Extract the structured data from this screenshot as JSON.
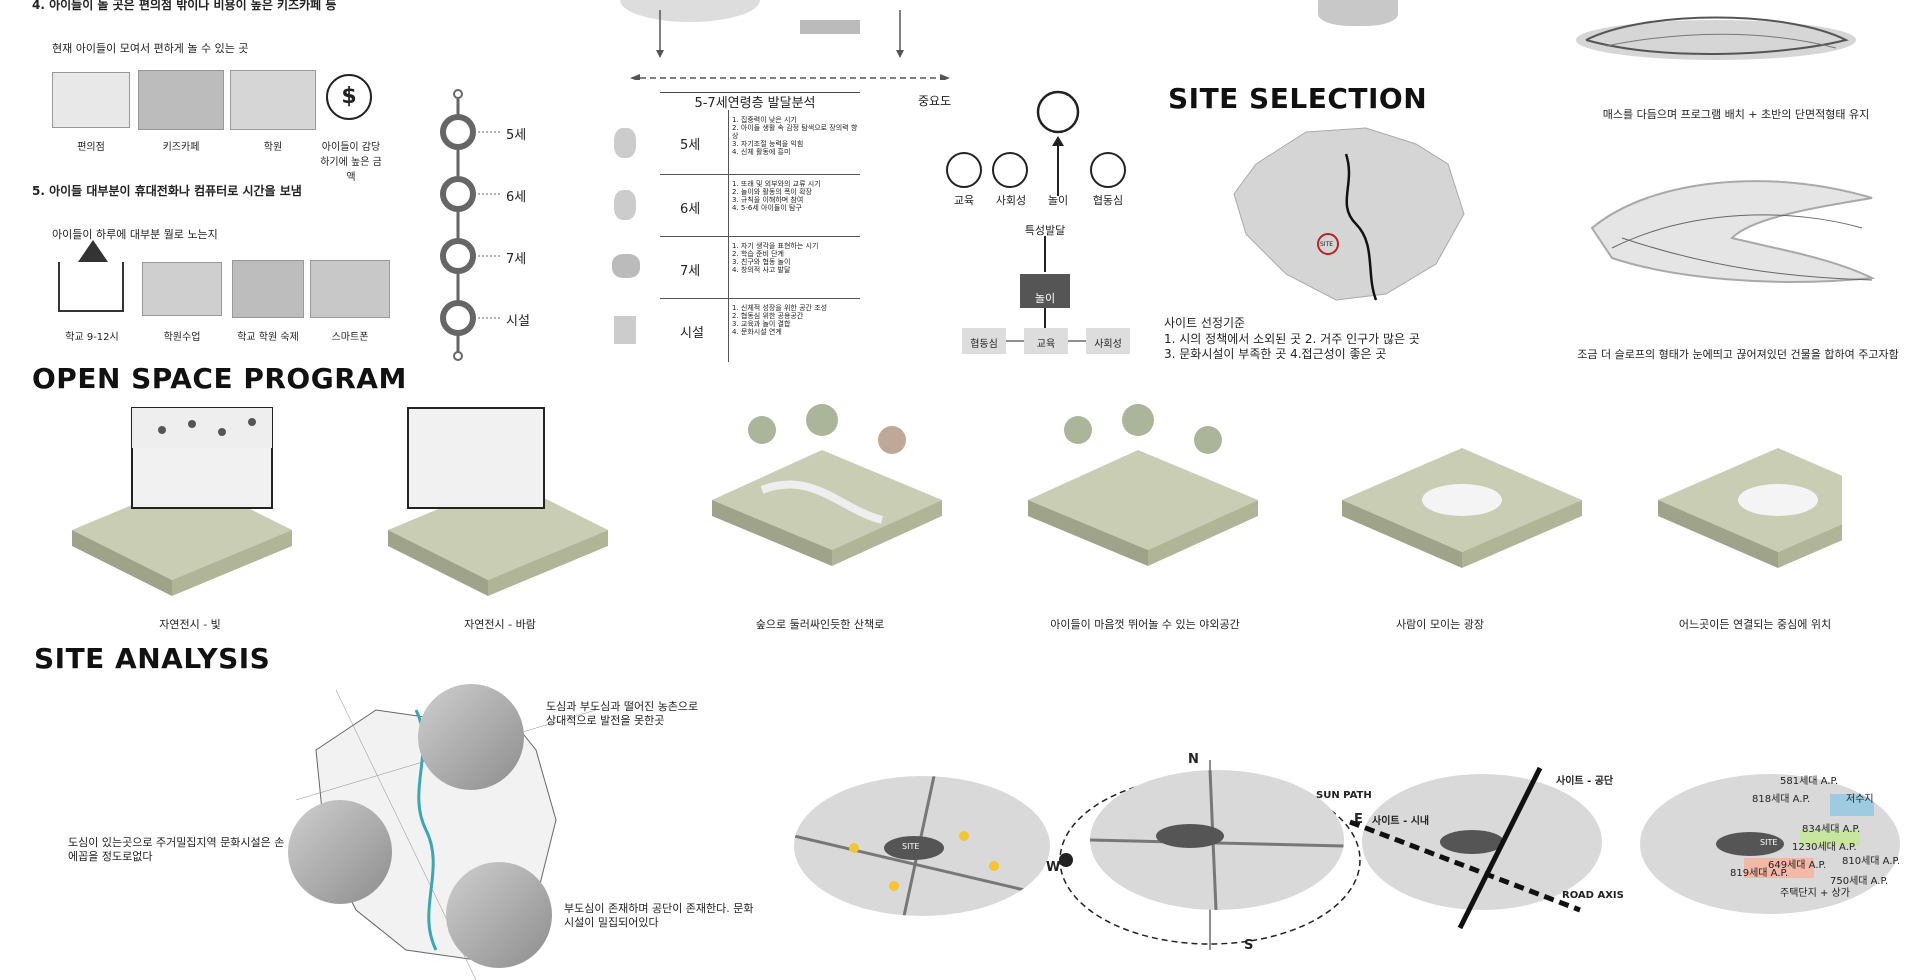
{
  "top_left": {
    "heading4": "4. 아이들이 놀 곳은 편의점 밖이나 비용이 높은 키즈카페 등",
    "sub4": "현재 아이들이 모여서 편하게 놀 수 있는 곳",
    "icons4": [
      "편의점",
      "키즈카페",
      "학원",
      "아이들이 감당하기에 높은 금액"
    ],
    "heading5": "5. 아이들 대부분이 휴대전화나 컴퓨터로 시간을 보냄",
    "sub5": "아이들이 하루에 대부분 뭘로 노는지",
    "icons5": [
      "학교 9-12시",
      "학원수업",
      "학교 학원 숙제",
      "스마트폰"
    ]
  },
  "timeline": [
    "5세",
    "6세",
    "7세",
    "시설"
  ],
  "dev_table": {
    "title": "5-7세연령층 발달분석",
    "rows": [
      {
        "age": "5세",
        "lines": [
          "1. 집중력이 낮은 시기",
          "2. 아이들 생활 속 감정 탐색으로 장의력 향상",
          "3. 자기조절 능력을 익힘",
          "4. 신체 활동에 흥미"
        ]
      },
      {
        "age": "6세",
        "lines": [
          "1. 또래 및 외부와의 교류 시기",
          "2. 놀이와 활동의 폭이 확장",
          "3. 규칙을 이해하며 참여",
          "4. 5-6세 아이들이 탐구"
        ]
      },
      {
        "age": "7세",
        "lines": [
          "1. 자기 생각을 표현하는 시기",
          "2. 학습 준비 단계",
          "3. 친구와 협동 놀이",
          "4. 창의적 사고 발달"
        ]
      },
      {
        "age": "시설",
        "lines": [
          "1. 신체적 성장을 위한 공간 조성",
          "2. 협동심 위한 공용공간",
          "3. 교육과 놀이 결합",
          "4. 문화시설 연계"
        ]
      }
    ]
  },
  "importance": {
    "label": "중요도",
    "circles": [
      "교육",
      "사회성",
      "놀이",
      "협동심"
    ],
    "special": "특성발달",
    "center_box": "놀이",
    "bottom": [
      "협동심",
      "교육",
      "사회성"
    ]
  },
  "site_selection": {
    "title": "SITE SELECTION",
    "criteria_title": "사이트 선정기준",
    "criteria": [
      "1. 시의 정책에서 소외된 곳 2. 거주 인구가 많은 곳",
      "3. 문화시설이 부족한 곳    4.접근성이 좋은 곳"
    ],
    "site_label": "SITE"
  },
  "sketches": {
    "caption1": "매스를 다듬으며 프로그램 배치 + 초반의 단면적형태 유지",
    "caption2": "조금 더 슬로프의 형태가 눈에띄고 끊어져있던 건물을 합하여 주고자함"
  },
  "open_space": {
    "title": "OPEN SPACE PROGRAM",
    "items": [
      "자연전시 - 빛",
      "자연전시 - 바람",
      "숲으로 둘러싸인듯한 산책로",
      "아이들이 마음껏 뛰어놀 수 있는 야외공간",
      "사람이 모이는 광장",
      "어느곳이든 연결되는 중심에 위치"
    ]
  },
  "site_analysis": {
    "title": "SITE ANALYSIS",
    "note1": "도심과 부도심과 떨어진 농촌으로 상대적으로 발전을 못한곳",
    "note2": "도심이 있는곳으로 주거밀집지역 문화시설은 손에꼽을 정도로없다",
    "note3": "부도심이 존재하며 공단이 존재한다. 문화시설이 밀집되어있다",
    "compass": [
      "N",
      "E",
      "S",
      "W"
    ],
    "sun_path": "SUN PATH",
    "road_axis": "ROAD AXIS",
    "site_label": "SITE",
    "labels_map3": [
      "사이트 - 공단",
      "사이트 - 시내"
    ],
    "labels_map4": [
      "581세대 A.P.",
      "818세대 A.P.",
      "저수지",
      "834세대 A.P.",
      "1230세대 A.P.",
      "810세대 A.P.",
      "819세대 A.P.",
      "649세대 A.P.",
      "750세대 A.P.",
      "주택단지 + 상가"
    ]
  }
}
